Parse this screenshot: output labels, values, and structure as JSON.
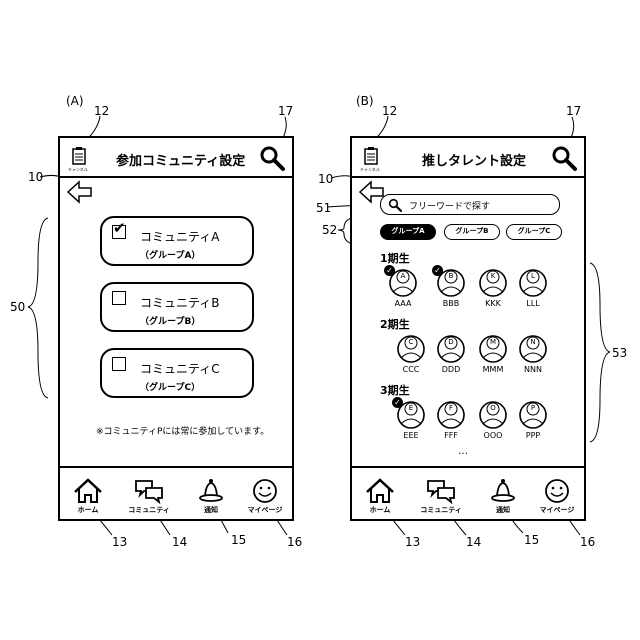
{
  "panel_a": {
    "label": "(A)",
    "title": "参加コミュニティ設定",
    "channel_icon_label": "チャンネル",
    "communities": [
      {
        "name": "コミュニティA",
        "group": "（グループA）",
        "checked": true
      },
      {
        "name": "コミュニティB",
        "group": "（グループB）",
        "checked": false
      },
      {
        "name": "コミュニティC",
        "group": "（グループC）",
        "checked": false
      }
    ],
    "note": "※コミュニティPには常に参加しています。",
    "nav": [
      {
        "label": "ホーム",
        "icon": "home-icon"
      },
      {
        "label": "コミュニティ",
        "icon": "chat-icon"
      },
      {
        "label": "通知",
        "icon": "bell-icon"
      },
      {
        "label": "マイページ",
        "icon": "smiley-icon"
      }
    ],
    "refs": {
      "channel": "12",
      "search": "17",
      "back": "10",
      "list": "50",
      "home": "13",
      "community": "14",
      "notify": "15",
      "mypage": "16"
    }
  },
  "panel_b": {
    "label": "(B)",
    "title": "推しタレント設定",
    "channel_icon_label": "チャンネル",
    "search_placeholder": "フリーワードで探す",
    "tabs": [
      {
        "label": "グループA",
        "selected": true
      },
      {
        "label": "グループB",
        "selected": false
      },
      {
        "label": "グループC",
        "selected": false
      }
    ],
    "generations": [
      {
        "title": "1期生",
        "talents": [
          {
            "letter": "A",
            "name": "AAA",
            "checked": true
          },
          {
            "letter": "B",
            "name": "BBB",
            "checked": true
          },
          {
            "letter": "K",
            "name": "KKK",
            "checked": false
          },
          {
            "letter": "L",
            "name": "LLL",
            "checked": false
          }
        ]
      },
      {
        "title": "2期生",
        "talents": [
          {
            "letter": "C",
            "name": "CCC",
            "checked": false
          },
          {
            "letter": "D",
            "name": "DDD",
            "checked": false
          },
          {
            "letter": "M",
            "name": "MMM",
            "checked": false
          },
          {
            "letter": "N",
            "name": "NNN",
            "checked": false
          }
        ]
      },
      {
        "title": "3期生",
        "talents": [
          {
            "letter": "E",
            "name": "EEE",
            "checked": true
          },
          {
            "letter": "F",
            "name": "FFF",
            "checked": false
          },
          {
            "letter": "O",
            "name": "OOO",
            "checked": false
          },
          {
            "letter": "P",
            "name": "PPP",
            "checked": false
          }
        ]
      }
    ],
    "more": "…",
    "nav": [
      {
        "label": "ホーム",
        "icon": "home-icon"
      },
      {
        "label": "コミュニティ",
        "icon": "chat-icon"
      },
      {
        "label": "通知",
        "icon": "bell-icon"
      },
      {
        "label": "マイページ",
        "icon": "smiley-icon"
      }
    ],
    "refs": {
      "channel": "12",
      "search": "17",
      "back": "10",
      "search_box": "51",
      "tabs": "52",
      "talents": "53",
      "home": "13",
      "community": "14",
      "notify": "15",
      "mypage": "16"
    }
  }
}
